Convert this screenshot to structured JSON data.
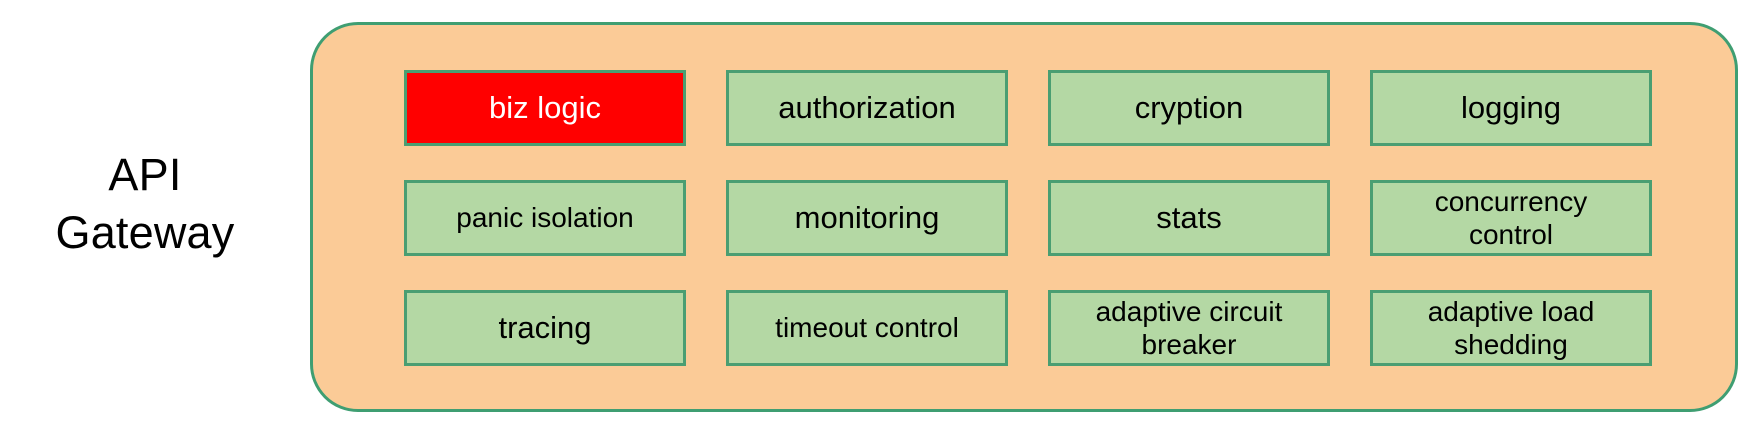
{
  "diagram": {
    "side_label": "API\nGateway",
    "container_name": "api-gateway-container",
    "colors": {
      "container_fill": "#fbcb97",
      "container_border": "#3f9e72",
      "box_fill": "#b4d8a4",
      "box_border": "#4a9e72",
      "highlight_fill": "#ff0000",
      "highlight_text": "#ffffff",
      "text": "#000000",
      "page_background": "#ffffff"
    },
    "capabilities": [
      {
        "label": "biz logic",
        "row": 1,
        "column": 1,
        "highlighted": true,
        "style": "normal"
      },
      {
        "label": "authorization",
        "row": 1,
        "column": 2,
        "highlighted": false,
        "style": "normal"
      },
      {
        "label": "cryption",
        "row": 1,
        "column": 3,
        "highlighted": false,
        "style": "normal"
      },
      {
        "label": "logging",
        "row": 1,
        "column": 4,
        "highlighted": false,
        "style": "normal"
      },
      {
        "label": "panic isolation",
        "row": 2,
        "column": 1,
        "highlighted": false,
        "style": "small"
      },
      {
        "label": "monitoring",
        "row": 2,
        "column": 2,
        "highlighted": false,
        "style": "normal"
      },
      {
        "label": "stats",
        "row": 2,
        "column": 3,
        "highlighted": false,
        "style": "normal"
      },
      {
        "label": "concurrency\ncontrol",
        "row": 2,
        "column": 4,
        "highlighted": false,
        "style": "two-line"
      },
      {
        "label": "tracing",
        "row": 3,
        "column": 1,
        "highlighted": false,
        "style": "normal"
      },
      {
        "label": "timeout control",
        "row": 3,
        "column": 2,
        "highlighted": false,
        "style": "small"
      },
      {
        "label": "adaptive circuit\nbreaker",
        "row": 3,
        "column": 3,
        "highlighted": false,
        "style": "two-line"
      },
      {
        "label": "adaptive load\nshedding",
        "row": 3,
        "column": 4,
        "highlighted": false,
        "style": "two-line"
      }
    ]
  }
}
